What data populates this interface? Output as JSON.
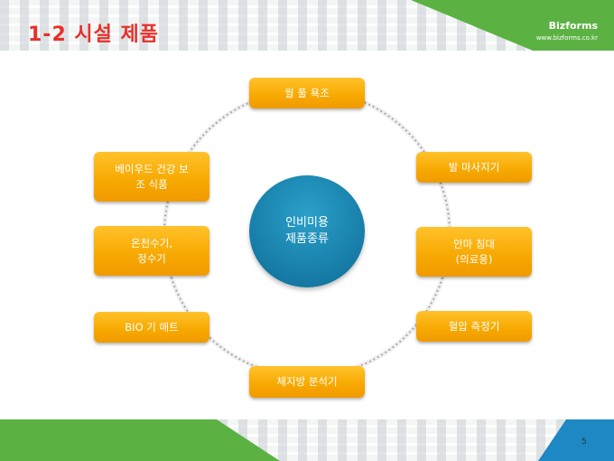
{
  "header": {
    "title": "1-2 시설 제품",
    "brand": "Bizforms",
    "url": "www.bizforms.co.kr"
  },
  "diagram": {
    "center": {
      "line1": "인비미용",
      "line2": "제품종류"
    },
    "nodes": [
      {
        "id": "bath",
        "label": "월 풀 욕조"
      },
      {
        "id": "foot",
        "label": "발 마사지기"
      },
      {
        "id": "bed",
        "label": "안마 침대\n(의료용)"
      },
      {
        "id": "bp",
        "label": "혈압 측정기"
      },
      {
        "id": "fat",
        "label": "체지방 분석기"
      },
      {
        "id": "mat",
        "label": "BIO 기 매트"
      },
      {
        "id": "water",
        "label": "온천수기,\n정수기"
      },
      {
        "id": "food",
        "label": "베이우드 건강 보\n조 식품"
      }
    ]
  },
  "footer": {
    "page_number": "5"
  },
  "colors": {
    "title_red": "#e8302a",
    "green": "#5bb243",
    "blue": "#1e88c4",
    "node_orange": "#f7a800",
    "hub_blue": "#1a83ae"
  }
}
